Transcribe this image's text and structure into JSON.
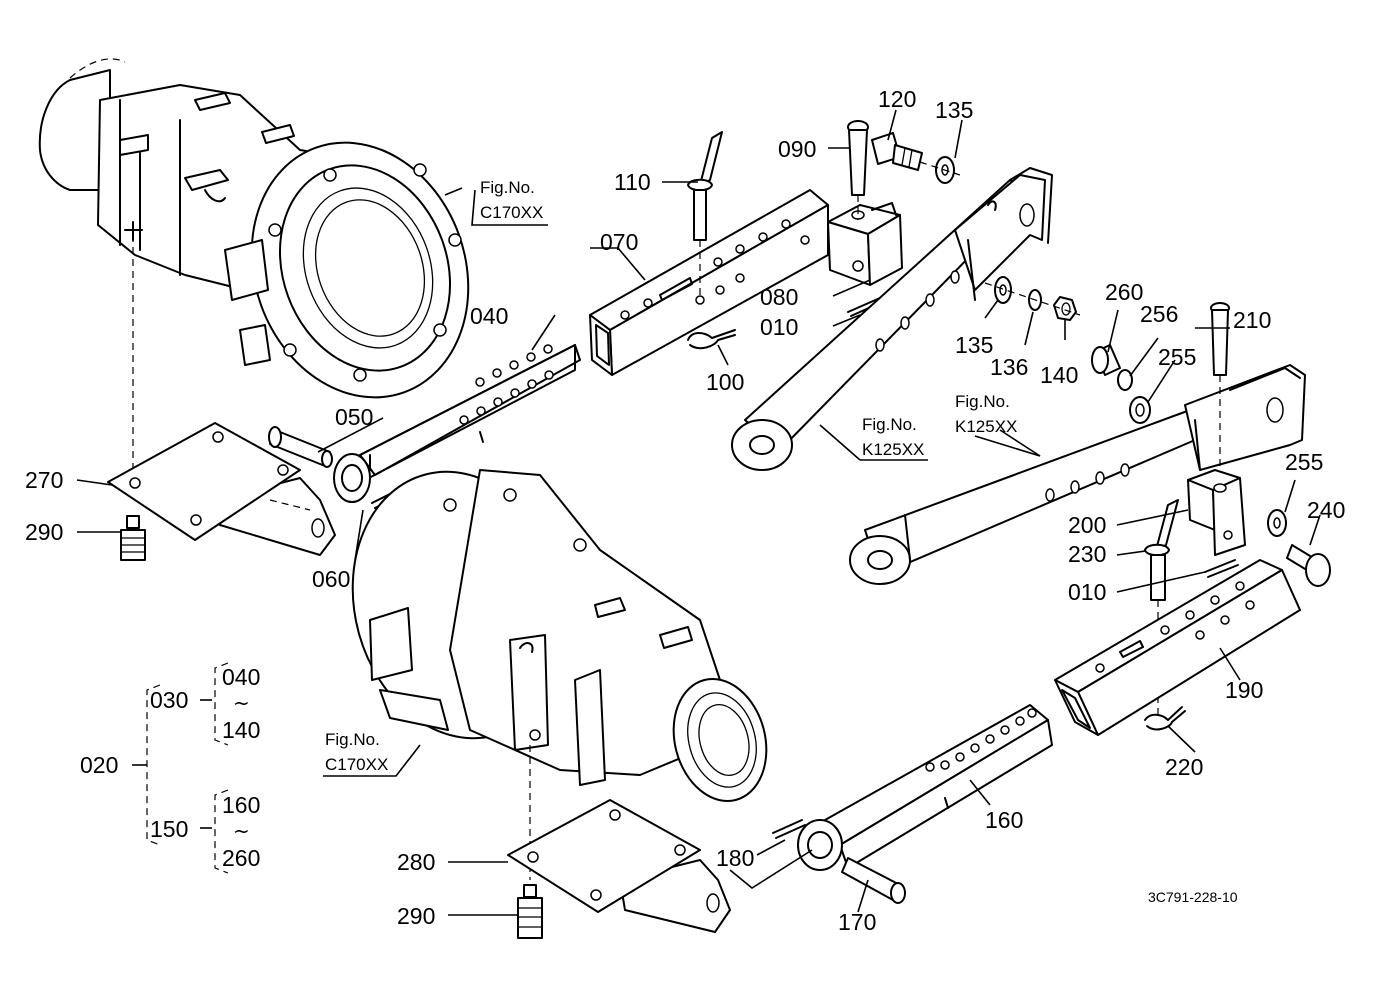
{
  "diagram": {
    "drawing_code": "3C791-228-10",
    "part_labels": {
      "p010a": "010",
      "p010b": "010",
      "p020": "020",
      "p030": "030",
      "p040": "040",
      "p040t": "040",
      "p050": "050",
      "p060": "060",
      "p070": "070",
      "p080": "080",
      "p090": "090",
      "p100": "100",
      "p110": "110",
      "p120": "120",
      "p135a": "135",
      "p135b": "135",
      "p136": "136",
      "p140": "140",
      "p140t": "140",
      "p150": "150",
      "p160": "160",
      "p160t": "160",
      "p170": "170",
      "p180": "180",
      "p190": "190",
      "p200": "200",
      "p210": "210",
      "p220": "220",
      "p230": "230",
      "p240": "240",
      "p255a": "255",
      "p255b": "255",
      "p256": "256",
      "p260": "260",
      "p260t": "260",
      "p270": "270",
      "p280": "280",
      "p290a": "290",
      "p290b": "290"
    },
    "tilde": "~",
    "figure_refs": [
      {
        "line1": "Fig.No.",
        "line2": "C170XX"
      },
      {
        "line1": "Fig.No.",
        "line2": "K125XX"
      },
      {
        "line1": "Fig.No.",
        "line2": "K125XX"
      },
      {
        "line1": "Fig.No.",
        "line2": "C170XX"
      }
    ]
  }
}
